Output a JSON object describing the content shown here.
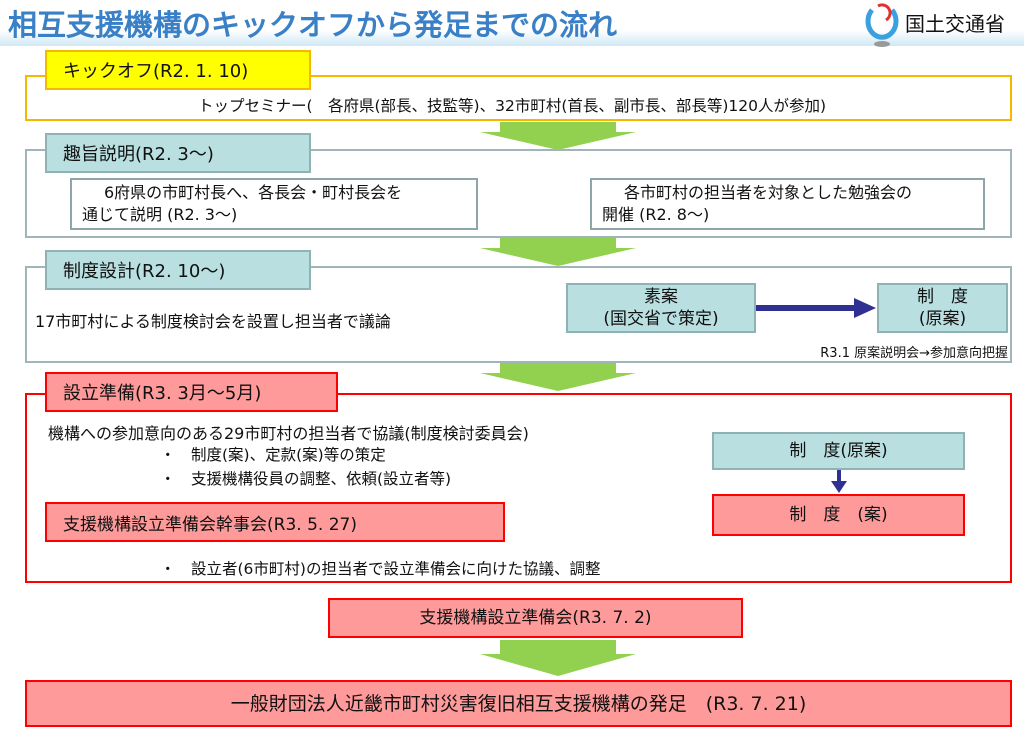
{
  "title": "相互支援機構のキックオフから発足までの流れ",
  "logo": {
    "text": "国土交通省",
    "icon": "mlit-logo-icon"
  },
  "colors": {
    "title": "#3a80c6",
    "yellow": "#ffff00",
    "orange": "#f5b800",
    "lightblue": "#b9dfe1",
    "pink": "#ff9a9a",
    "red": "#ff0000",
    "green": "#92d050",
    "navy": "#2e3192"
  },
  "kickoff": {
    "label": "キックオフ(R2. 1. 10)",
    "text": "トップセミナー(　各府県(部長、技監等)、32市町村(首長、副市長、部長等)120人が参加)"
  },
  "briefing": {
    "label": "趣旨説明(R2. 3〜)",
    "left_line1": "6府県の市町村長へ、各長会・町村長会を",
    "left_line2": "通じて説明 (R2. 3〜)",
    "right_line1": "各市町村の担当者を対象とした勉強会の",
    "right_line2": "開催 (R2. 8〜)"
  },
  "design": {
    "label": "制度設計(R2. 10〜)",
    "text": "17市町村による制度検討会を設置し担当者で議論",
    "draft_line1": "素案",
    "draft_line2": "(国交省で策定)",
    "system_line1": "制　度",
    "system_line2": "(原案)",
    "note": "R3.1  原案説明会→参加意向把握"
  },
  "prep": {
    "label": "設立準備(R3. 3月〜5月)",
    "line1": "機構への参加意向のある29市町村の担当者で協議(制度検討委員会)",
    "bullet1": "・　制度(案)、定款(案)等の策定",
    "bullet2": "・　支援機構役員の調整、依頼(設立者等)",
    "sub_label": "支援機構設立準備会幹事会(R3. 5. 27)",
    "bullet3": "・　設立者(6市町村)の担当者で設立準備会に向けた協議、調整",
    "original": "制　度(原案)",
    "proposal": "制　度　(案)"
  },
  "prep_meeting": "支援機構設立準備会(R3. 7. 2)",
  "launch": "一般財団法人近畿市町村災害復旧相互支援機構の発足　(R3. 7. 21)"
}
